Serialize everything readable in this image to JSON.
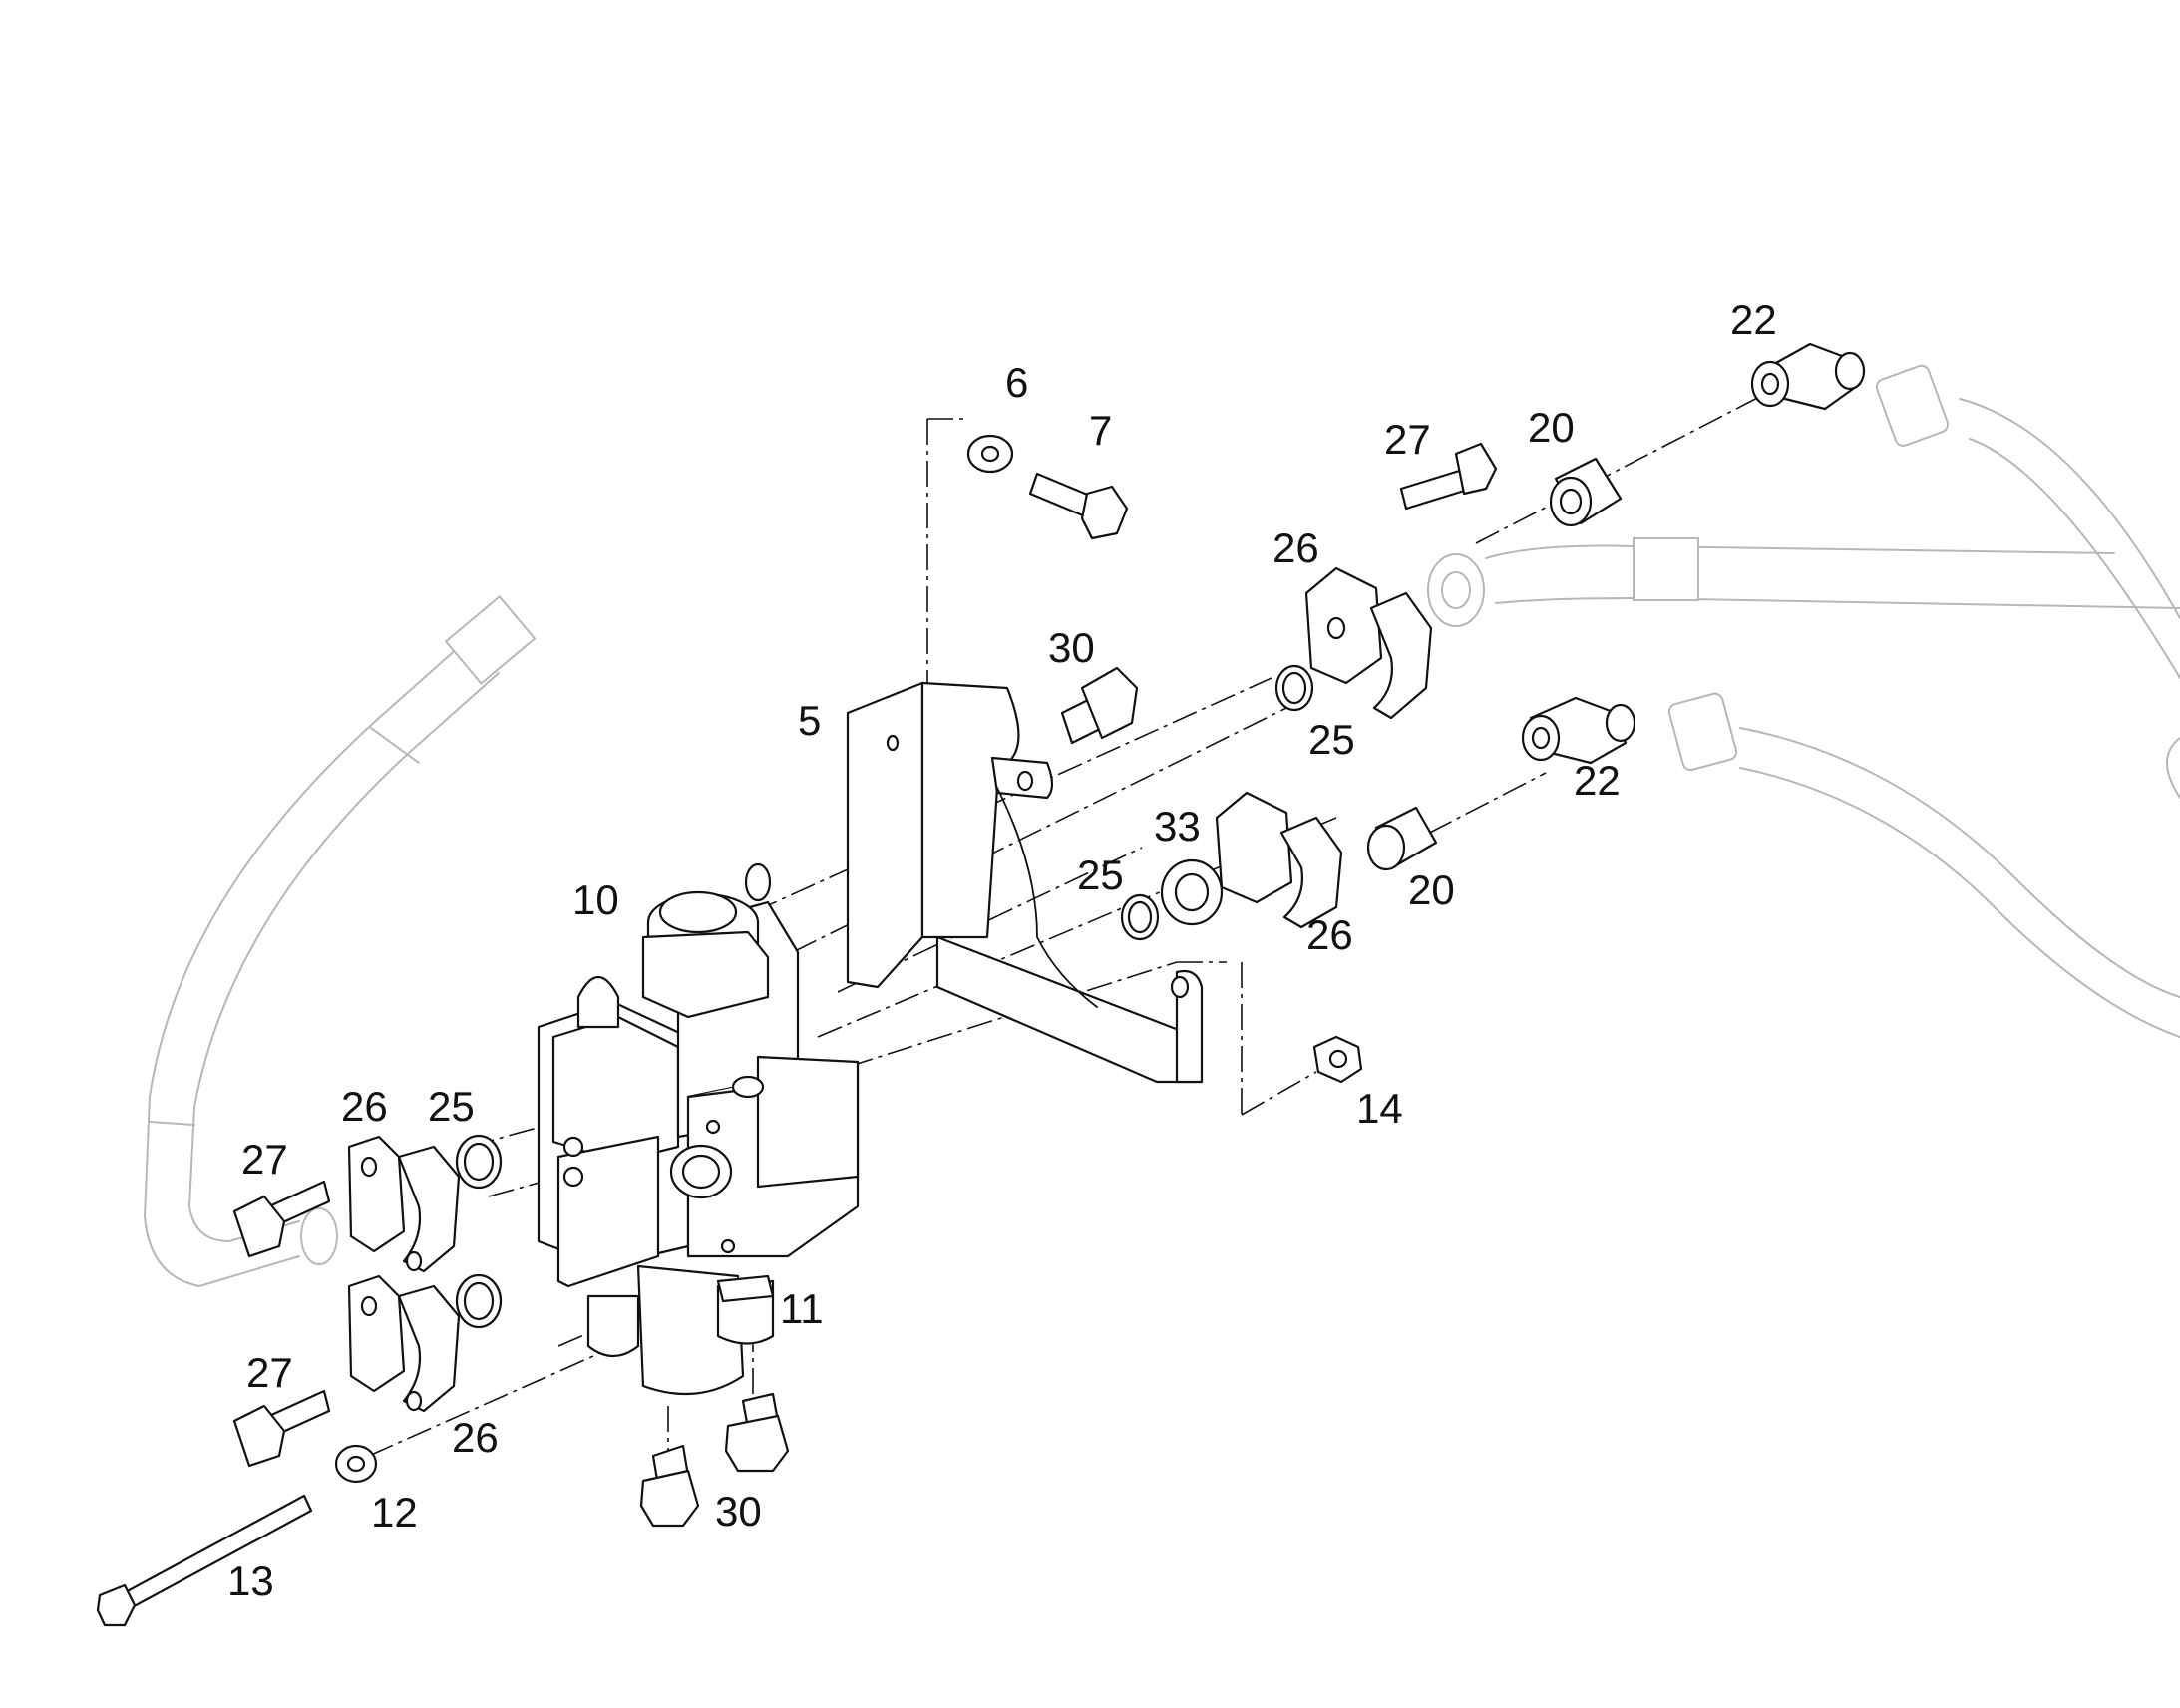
{
  "diagram": {
    "callouts": [
      {
        "id": "c6",
        "text": "6"
      },
      {
        "id": "c7",
        "text": "7"
      },
      {
        "id": "c22a",
        "text": "22"
      },
      {
        "id": "c27a",
        "text": "27"
      },
      {
        "id": "c20a",
        "text": "20"
      },
      {
        "id": "c26a",
        "text": "26"
      },
      {
        "id": "c30a",
        "text": "30"
      },
      {
        "id": "c5",
        "text": "5"
      },
      {
        "id": "c25a",
        "text": "25"
      },
      {
        "id": "c22b",
        "text": "22"
      },
      {
        "id": "c33",
        "text": "33"
      },
      {
        "id": "c25b",
        "text": "25"
      },
      {
        "id": "c20b",
        "text": "20"
      },
      {
        "id": "c10",
        "text": "10"
      },
      {
        "id": "c26b",
        "text": "26"
      },
      {
        "id": "c14",
        "text": "14"
      },
      {
        "id": "c26c",
        "text": "26"
      },
      {
        "id": "c25c",
        "text": "25"
      },
      {
        "id": "c27b",
        "text": "27"
      },
      {
        "id": "c11",
        "text": "11"
      },
      {
        "id": "c27c",
        "text": "27"
      },
      {
        "id": "c26d",
        "text": "26"
      },
      {
        "id": "c12",
        "text": "12"
      },
      {
        "id": "c30b",
        "text": "30"
      },
      {
        "id": "c13",
        "text": "13"
      }
    ]
  }
}
